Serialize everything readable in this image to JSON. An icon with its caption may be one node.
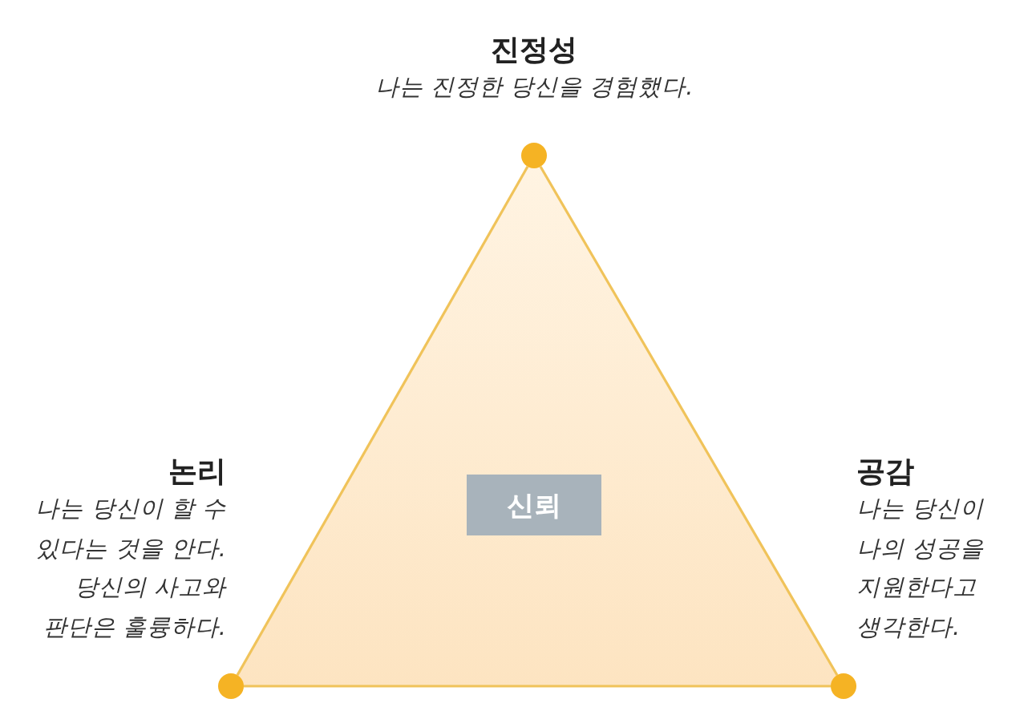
{
  "diagram": {
    "nodes": [
      {
        "text": [],
        "shape": "circle",
        "beside": [
          "진정성",
          "나는 진정한 당신을 경험했다."
        ]
      },
      {
        "text": [],
        "shape": "circle",
        "beside": [
          "논리",
          "나는 당신이 할 수 있다는 것을 안다. 당신의 사고와 판단은 훌륭하다."
        ]
      },
      {
        "text": [],
        "shape": "circle",
        "beside": [
          "공감",
          "나는 당신이 나의 성공을 지원한다고 생각한다."
        ]
      },
      {
        "text": [
          "신뢰"
        ]
      }
    ],
    "edges": [
      {
        "from": 0,
        "to": 1,
        "arrow": "none"
      },
      {
        "from": 1,
        "to": 2,
        "arrow": "none"
      },
      {
        "from": 2,
        "to": 0,
        "arrow": "none"
      }
    ]
  }
}
